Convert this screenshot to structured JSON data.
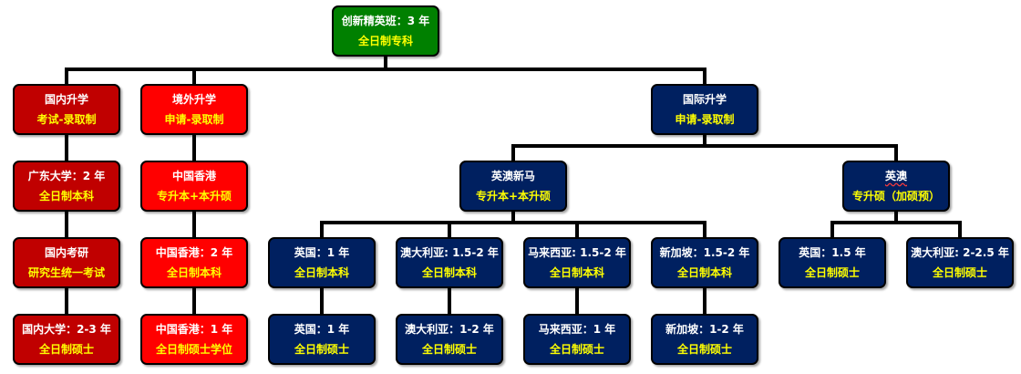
{
  "colors": {
    "root": "#008000",
    "domestic": "#c00000",
    "overseas": "#ff0000",
    "international": "#002060",
    "line1": "#ffffff",
    "line2": "#ffff00"
  },
  "root": {
    "line1": "创新精英班：3 年",
    "line2": "全日制专科"
  },
  "domestic": {
    "head": {
      "line1": "国内升学",
      "line2": "考试-录取制"
    },
    "items": [
      {
        "line1": "广东大学：2 年",
        "line2": "全日制本科"
      },
      {
        "line1": "国内考研",
        "line2": "研究生统一考试"
      },
      {
        "line1": "国内大学：2-3 年",
        "line2": "全日制硕士"
      }
    ]
  },
  "overseas": {
    "head": {
      "line1": "境外升学",
      "line2": "申请-录取制"
    },
    "items": [
      {
        "line1": "中国香港",
        "line2": "专升本+本升硕"
      },
      {
        "line1": "中国香港：2 年",
        "line2": "全日制本科"
      },
      {
        "line1": "中国香港：1 年",
        "line2": "全日制硕士学位"
      }
    ]
  },
  "international": {
    "head": {
      "line1": "国际升学",
      "line2": "申请-录取制"
    },
    "ukaus_sg_my": {
      "head": {
        "line1": "英澳新马",
        "line2": "专升本+本升硕"
      },
      "bachelor": [
        {
          "line1": "英国：1 年",
          "line2": "全日制本科"
        },
        {
          "line1": "澳大利亚: 1.5-2 年",
          "line2": "全日制本科"
        },
        {
          "line1": "马来西亚: 1.5-2 年",
          "line2": "全日制本科"
        },
        {
          "line1": "新加坡：1.5-2 年",
          "line2": "全日制本科"
        }
      ],
      "master": [
        {
          "line1": "英国：1 年",
          "line2": "全日制硕士"
        },
        {
          "line1": "澳大利亚：1-2 年",
          "line2": "全日制硕士"
        },
        {
          "line1": "马来西亚：1 年",
          "line2": "全日制硕士"
        },
        {
          "line1": "新加坡：1-2 年",
          "line2": "全日制硕士"
        }
      ]
    },
    "ukaus": {
      "head": {
        "line1": "英澳",
        "line2": "专升硕（加硕预）"
      },
      "master": [
        {
          "line1": "英国：1.5 年",
          "line2": "全日制硕士"
        },
        {
          "line1": "澳大利亚: 2-2.5 年",
          "line2": "全日制硕士"
        }
      ]
    }
  }
}
